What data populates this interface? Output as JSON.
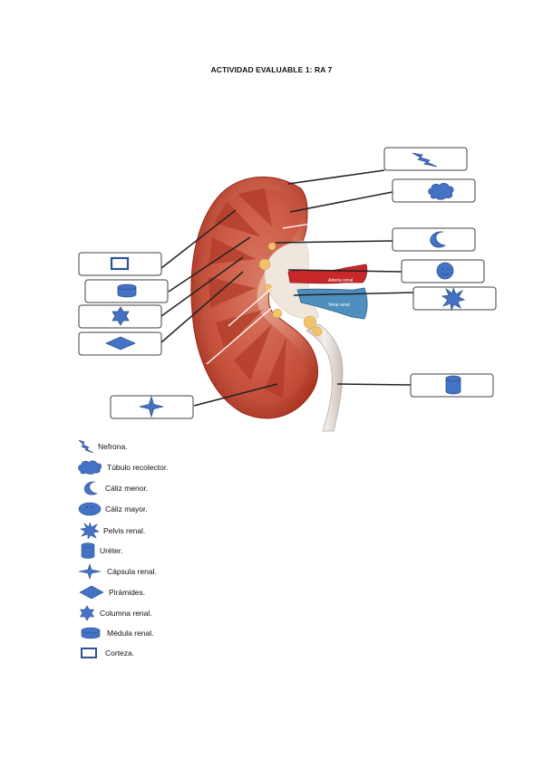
{
  "title": "ACTIVIDAD EVALUABLE 1: RA 7",
  "diagram": {
    "vessel_labels": {
      "artery": "Arteria renal",
      "vein": "Vena renal"
    }
  },
  "answer_boxes": [
    {
      "id": "box-nefrona",
      "shape": "lightning-icon"
    },
    {
      "id": "box-tubulo",
      "shape": "cloud-icon"
    },
    {
      "id": "box-caliz-menor",
      "shape": "moon-icon"
    },
    {
      "id": "box-caliz-mayor",
      "shape": "smiley-icon"
    },
    {
      "id": "box-pelvis",
      "shape": "burst-icon"
    },
    {
      "id": "box-ureter",
      "shape": "cylinder-icon"
    },
    {
      "id": "box-corteza",
      "shape": "rectangle-icon"
    },
    {
      "id": "box-medula",
      "shape": "cylinder-icon"
    },
    {
      "id": "box-columna",
      "shape": "star6-icon"
    },
    {
      "id": "box-piramides",
      "shape": "diamond-icon"
    },
    {
      "id": "box-capsula",
      "shape": "star4-icon"
    }
  ],
  "legend": [
    {
      "icon": "lightning-icon",
      "label": "Nefrona."
    },
    {
      "icon": "cloud-icon",
      "label": "Túbulo recolector."
    },
    {
      "icon": "moon-icon",
      "label": "Cáliz menor."
    },
    {
      "icon": "smiley-icon",
      "label": "Cáliz mayor."
    },
    {
      "icon": "burst-icon",
      "label": "Pelvis renal."
    },
    {
      "icon": "cylinder-icon",
      "label": "Uréter."
    },
    {
      "icon": "star4-icon",
      "label": "Cápsula renal."
    },
    {
      "icon": "diamond-icon",
      "label": "Pirámides."
    },
    {
      "icon": "star6-icon",
      "label": "Columna renal."
    },
    {
      "icon": "cylinder-icon",
      "label": "Médula renal."
    },
    {
      "icon": "rectangle-icon",
      "label": "Corteza."
    }
  ],
  "colors": {
    "shape_fill": "#4472c4",
    "shape_stroke": "#2f528f",
    "box_stroke": "#404040",
    "kidney_outer": "#d9826a",
    "kidney_cortex": "#c9523c",
    "kidney_pyramid": "#b8402e",
    "sinus": "#f2ece6",
    "artery": "#c8282a",
    "vein": "#4f8fc0",
    "ureter": "#e8e2dc"
  }
}
